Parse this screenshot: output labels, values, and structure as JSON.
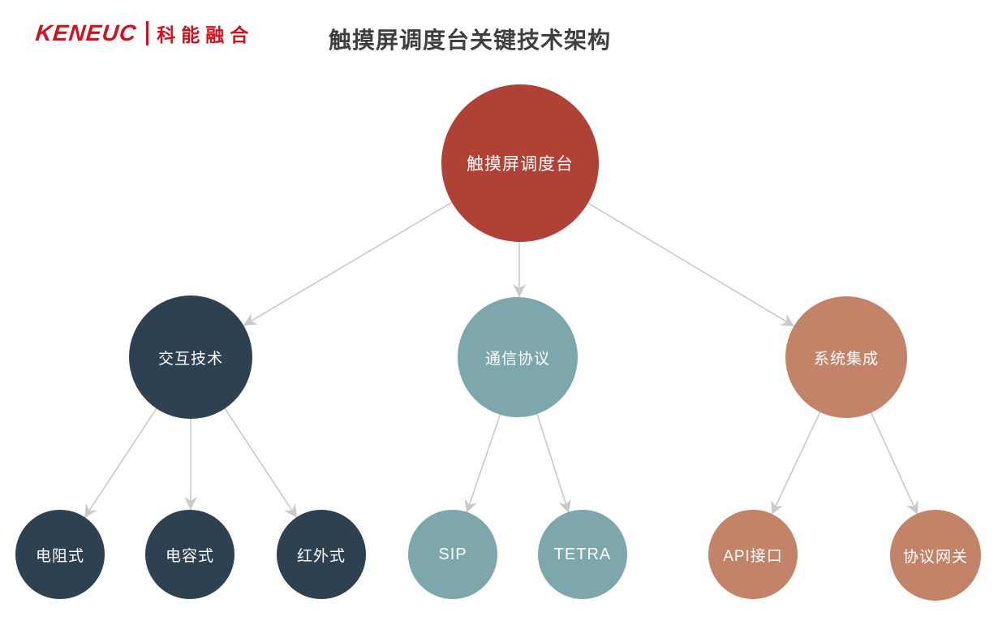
{
  "header": {
    "logo": {
      "brand": "KENEUC",
      "brand_cn": "科能融合",
      "color": "#d2101e"
    },
    "title": "触摸屏调度台关键技术架构",
    "title_color": "#3f3f3f"
  },
  "diagram": {
    "type": "tree",
    "arrow_color": "#c9c9c9",
    "root": {
      "label": "触摸屏调度台",
      "color": "#af4136"
    },
    "branches": [
      {
        "label": "交互技术",
        "color": "#2e4151",
        "children": [
          "电阻式",
          "电容式",
          "红外式"
        ]
      },
      {
        "label": "通信协议",
        "color": "#7da6ad",
        "children": [
          "SIP",
          "TETRA"
        ]
      },
      {
        "label": "系统集成",
        "color": "#c28368",
        "children": [
          "API接口",
          "协议网关"
        ]
      }
    ]
  }
}
